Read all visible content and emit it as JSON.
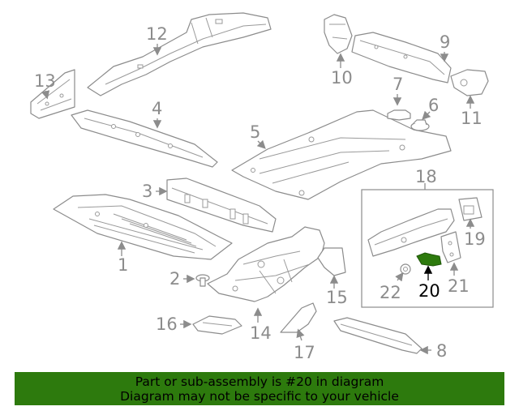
{
  "diagram": {
    "highlight_color": "#2d7a0d",
    "callouts": [
      "1",
      "2",
      "3",
      "4",
      "5",
      "6",
      "7",
      "8",
      "9",
      "10",
      "11",
      "12",
      "13",
      "14",
      "15",
      "16",
      "17",
      "18",
      "19",
      "20",
      "21",
      "22"
    ],
    "highlighted_callout": "20"
  },
  "footer": {
    "line1": "Part or sub-assembly is #20 in diagram",
    "line2": "Diagram may not be specific to your vehicle"
  }
}
